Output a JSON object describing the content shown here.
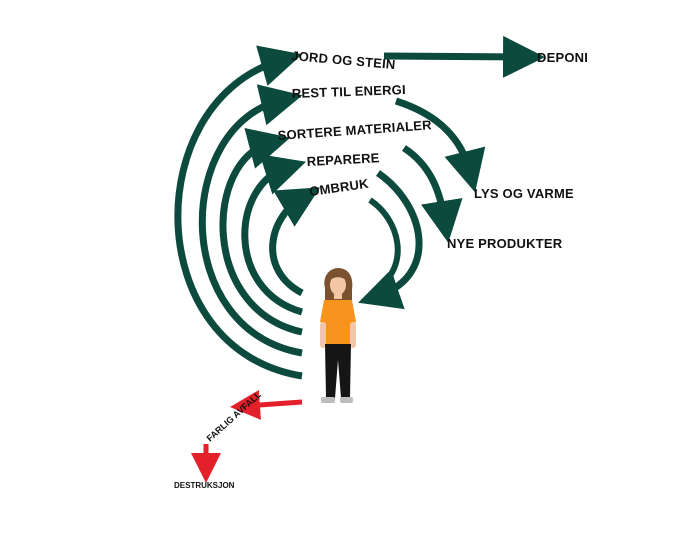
{
  "labels": {
    "jord_og_stein": "JORD OG STEIN",
    "rest_til_energi": "REST TIL ENERGI",
    "sortere_materialer": "SORTERE MATERIALER",
    "reparere": "REPARERE",
    "ombruk": "OMBRUK",
    "deponi": "DEPONI",
    "lys_og_varme": "LYS OG VARME",
    "nye_produkter": "NYE PRODUKTER",
    "farlig_avfall": "FARLIG AVFALL",
    "destruksjon": "DESTRUKSJON"
  },
  "colors": {
    "arrow_green": "#0b4a3c",
    "arrow_red": "#e4202a",
    "shirt": "#f7941d",
    "pants": "#151515",
    "hair": "#7a5230",
    "skin": "#f2c7a6",
    "shoes": "#bdbdbd"
  }
}
